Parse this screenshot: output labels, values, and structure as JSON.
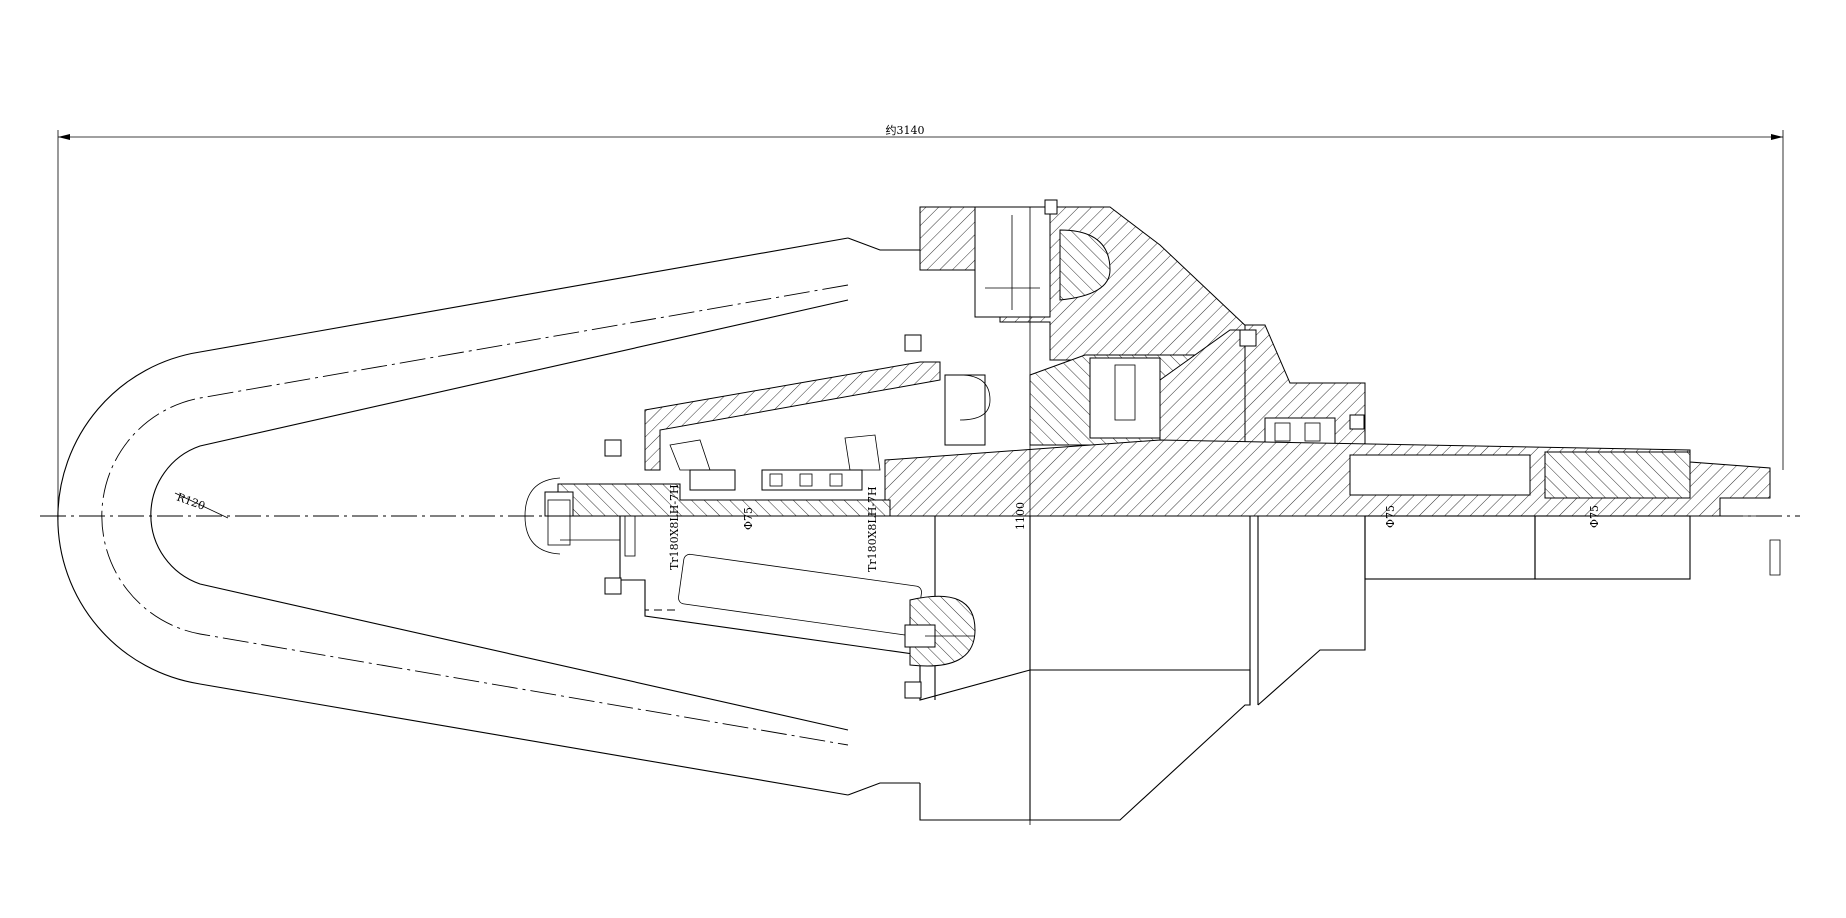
{
  "dimensions": {
    "overall_length": "约3140",
    "bend_radius": "R120",
    "thread_left": "Tr180X8LH-7H",
    "thread_right": "Tr180X8LH-7H",
    "bore_diameter_left": "Φ75",
    "height": "1100",
    "shaft_diameter_1": "Φ75",
    "shaft_diameter_2": "Φ75"
  }
}
